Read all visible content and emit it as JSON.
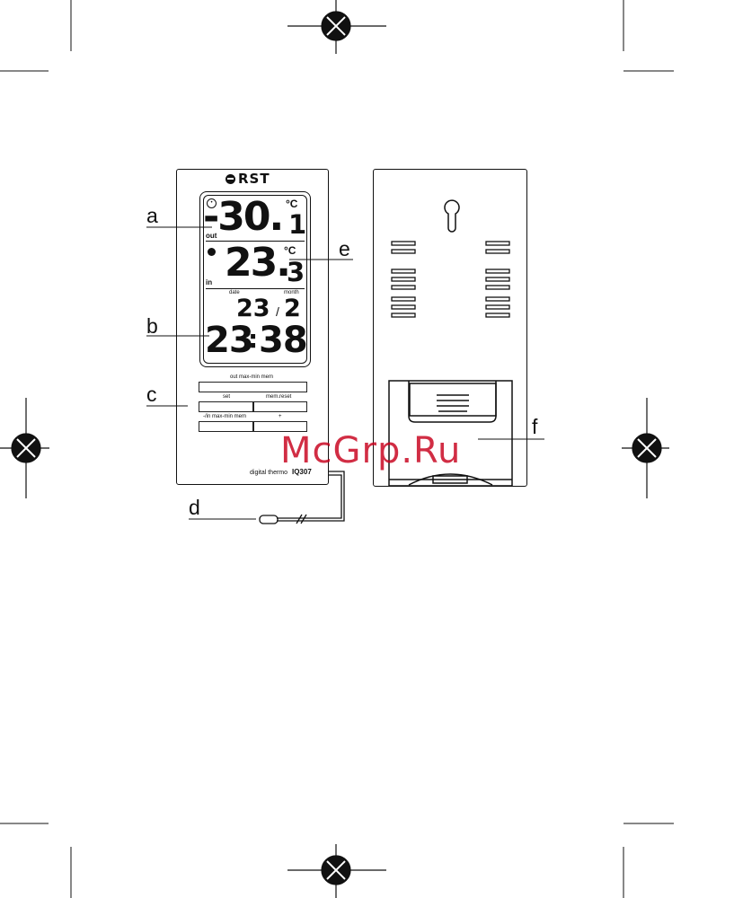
{
  "brand": "RST",
  "callouts": {
    "a": "a",
    "b": "b",
    "c": "c",
    "d": "d",
    "e": "e",
    "f": "f"
  },
  "display": {
    "out_temp_int": "-30.",
    "out_temp_dec": "1",
    "unit_c": "°C",
    "out_label": "out",
    "in_temp_int": "23.",
    "in_temp_dec": "3",
    "in_label": "in",
    "date_label": "date",
    "month_label": "month",
    "date_value": "23",
    "date_sep": "/",
    "month_value": "2",
    "time_hours": "23",
    "time_colon": ":",
    "time_minutes": "38"
  },
  "buttons": {
    "out_maxmin_label": "out max-min mem",
    "set_label": "set",
    "mem_reset_label": "mem.reset",
    "ch_maxmin_label": "-/in max-min mem",
    "plus_label": "+"
  },
  "model": {
    "text": "digital thermo",
    "number": "IQ307"
  },
  "watermark": "McGrp.Ru",
  "colors": {
    "line": "#111111",
    "watermark": "#c8001c"
  }
}
